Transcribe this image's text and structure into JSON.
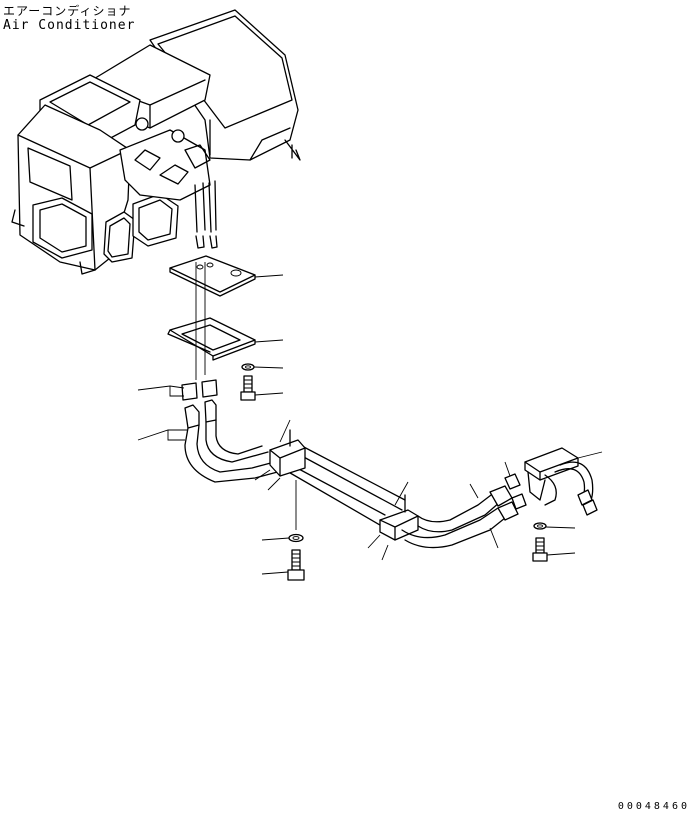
{
  "title": {
    "japanese": "エアーコンディショナ",
    "english": "Air Conditioner"
  },
  "drawing_number": "00048460"
}
